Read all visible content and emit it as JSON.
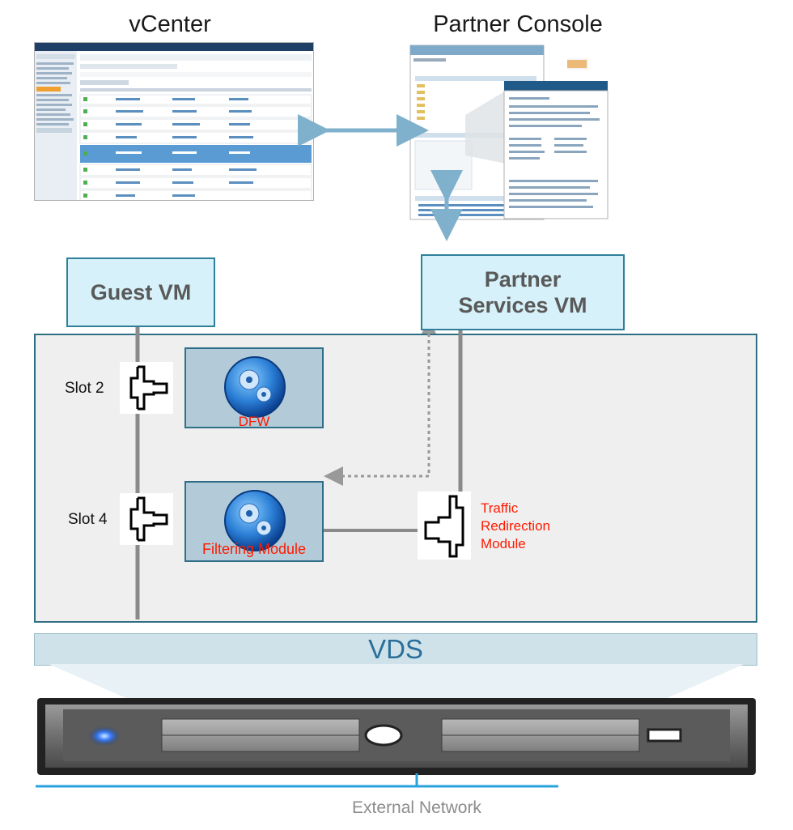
{
  "top": {
    "vcenter_title": "vCenter",
    "partner_console_title": "Partner Console"
  },
  "vms": {
    "guest_vm": "Guest VM",
    "partner_services_vm": "Partner Services VM"
  },
  "slots": {
    "slot2": "Slot 2",
    "slot4": "Slot 4"
  },
  "modules": {
    "dfw": "DFW",
    "filtering": "Filtering Module",
    "traffic_redirection": "Traffic Redirection Module"
  },
  "vds_label": "VDS",
  "external_network_label": "External Network",
  "colors": {
    "accent_red": "#ff1a00",
    "vm_box_fill": "#d6f1f9",
    "host_border": "#2f6f84",
    "vds_text": "#2a6e9a",
    "arrow_blue": "#7fb0cc"
  },
  "icons": [
    "gears-icon",
    "t-connector-icon",
    "double-arrow-icon",
    "server-led-icon"
  ]
}
